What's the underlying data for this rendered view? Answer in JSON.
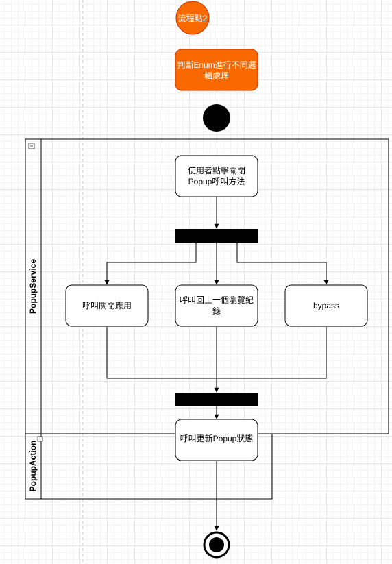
{
  "colors": {
    "accent": "#fa6800",
    "accent_border": "#c73500",
    "stroke": "#000000",
    "fill": "#ffffff",
    "guide": "#c8c8c8"
  },
  "nodes": {
    "flow_point": {
      "label": "流程點2"
    },
    "enum_decision": {
      "lines": [
        "判斷Enum進行不同邏",
        "輯處理"
      ]
    },
    "call_method": {
      "lines": [
        "使用者點擊關閉",
        "Popup呼叫方法"
      ]
    },
    "close_app": {
      "lines": [
        "呼叫關閉應用"
      ]
    },
    "go_back": {
      "lines": [
        "呼叫回上一個瀏覽紀",
        "錄"
      ]
    },
    "bypass": {
      "lines": [
        "bypass"
      ]
    },
    "update_state": {
      "lines": [
        "呼叫更新Popup狀態"
      ]
    }
  },
  "swimlanes": {
    "popup_service": {
      "label": "PopupService"
    },
    "popup_action": {
      "label": "PopupAction"
    }
  }
}
